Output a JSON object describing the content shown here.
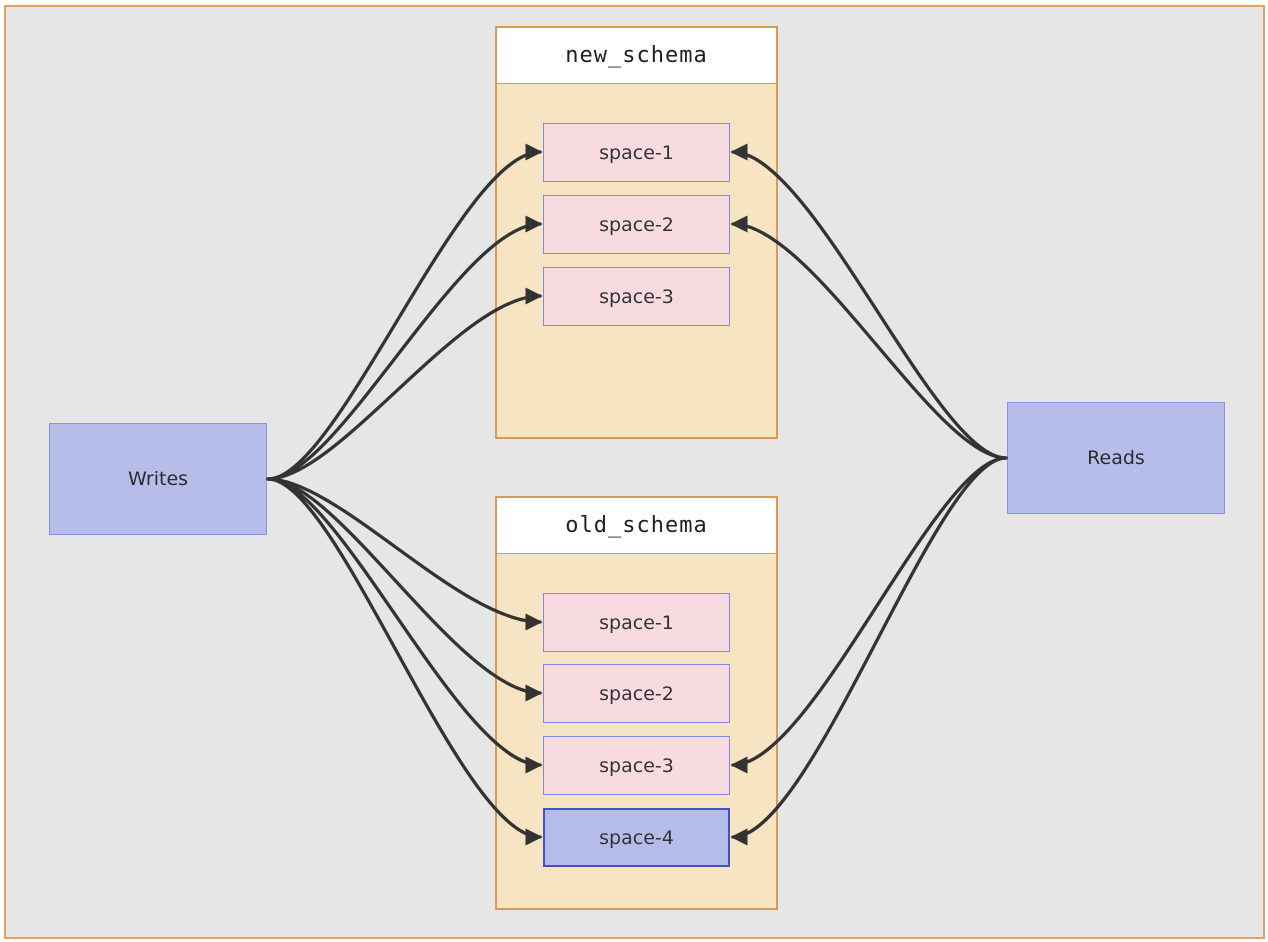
{
  "diagram": {
    "writes_label": "Writes",
    "reads_label": "Reads",
    "new_schema": {
      "title": "new_schema",
      "spaces": [
        {
          "label": "space-1",
          "variant": "pink"
        },
        {
          "label": "space-2",
          "variant": "pink"
        },
        {
          "label": "space-3",
          "variant": "pink"
        }
      ]
    },
    "old_schema": {
      "title": "old_schema",
      "spaces": [
        {
          "label": "space-1",
          "variant": "pink"
        },
        {
          "label": "space-2",
          "variant": "pink"
        },
        {
          "label": "space-3",
          "variant": "pink"
        },
        {
          "label": "space-4",
          "variant": "purple"
        }
      ]
    },
    "edges": [
      {
        "from": "writes",
        "to_schema": "new_schema",
        "to_space": "space-1"
      },
      {
        "from": "writes",
        "to_schema": "new_schema",
        "to_space": "space-2"
      },
      {
        "from": "writes",
        "to_schema": "new_schema",
        "to_space": "space-3"
      },
      {
        "from": "writes",
        "to_schema": "old_schema",
        "to_space": "space-1"
      },
      {
        "from": "writes",
        "to_schema": "old_schema",
        "to_space": "space-2"
      },
      {
        "from": "writes",
        "to_schema": "old_schema",
        "to_space": "space-3"
      },
      {
        "from": "writes",
        "to_schema": "old_schema",
        "to_space": "space-4"
      },
      {
        "from": "reads",
        "to_schema": "new_schema",
        "to_space": "space-1"
      },
      {
        "from": "reads",
        "to_schema": "new_schema",
        "to_space": "space-2"
      },
      {
        "from": "reads",
        "to_schema": "old_schema",
        "to_space": "space-3"
      },
      {
        "from": "reads",
        "to_schema": "old_schema",
        "to_space": "space-4"
      }
    ],
    "colors": {
      "canvas_bg": "#e6e6e6",
      "frame_border": "#dfa164",
      "schema_border": "#d99a58",
      "schema_body": "#f7e4c3",
      "schema_title_bg": "#ffffff",
      "space_pink": "#f8dbe0",
      "space_purple": "#b5bce9",
      "space_border": "#7e88e9",
      "space4_border": "#4150cb",
      "endpoint_fill": "#b7bde9",
      "arrow": "#333333"
    }
  }
}
